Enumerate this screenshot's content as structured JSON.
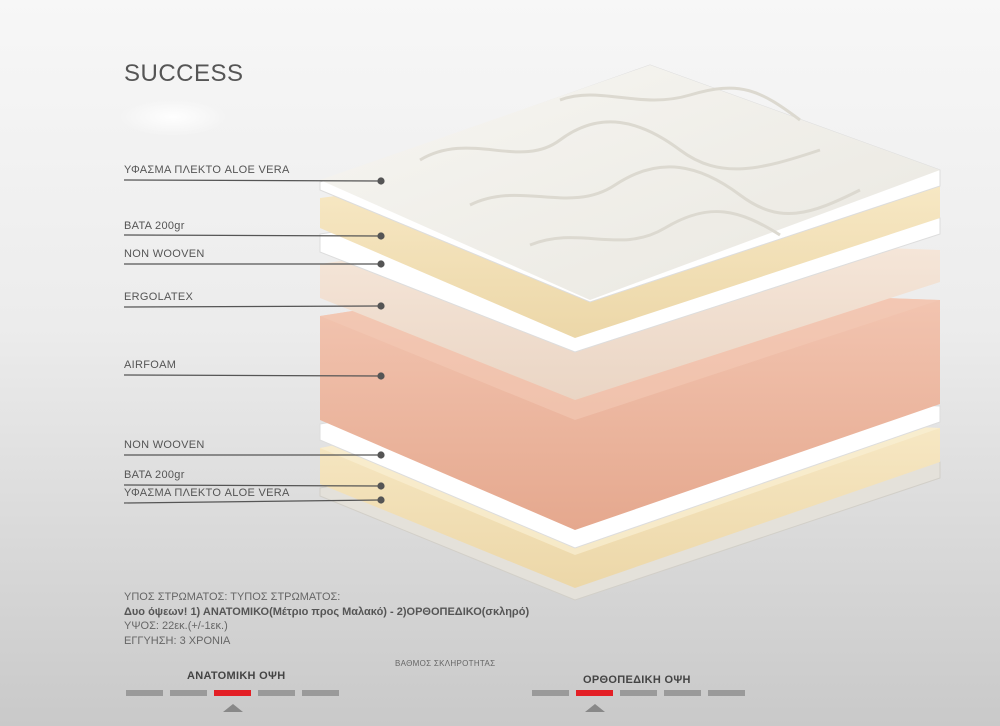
{
  "product": {
    "title": "SUCCESS"
  },
  "layers": [
    {
      "label": "ΥΦΑΣΜΑ ΠΛΕΚΤΟ ALOE VERA"
    },
    {
      "label": "ΒΑΤΑ 200gr"
    },
    {
      "label": "NON WOOVEN"
    },
    {
      "label": "ERGOLATEX"
    },
    {
      "label": "AIRFOAM"
    },
    {
      "label": "NON WOOVEN"
    },
    {
      "label": "ΒΑΤΑ 200gr"
    },
    {
      "label": "ΥΦΑΣΜΑ ΠΛΕΚΤΟ ALOE VERA"
    }
  ],
  "specs": {
    "type_line": "ΥΠΟΣ ΣΤΡΩΜΑΤΟΣ: ΤΥΠΟΣ ΣΤΡΩΜΑΤΟΣ:",
    "type_value": "Δυο όψεων! 1) ΑΝΑΤΟΜΙΚΟ(Μέτριο προς Μαλακό) - 2)ΟΡΘΟΠΕΔΙΚΟ(σκληρό)",
    "height": "ΥΨΟΣ: 22εκ.(+/-1εκ.)",
    "warranty": "ΕΓΓΥΗΣΗ: 3 ΧΡΟΝΙΑ"
  },
  "hardness": {
    "title": "ΒΑΘΜΟΣ ΣΚΛΗΡΟΤΗΤΑΣ",
    "anatomic": {
      "label": "ΑΝΑΤΟΜΙΚΗ ΟΨΗ",
      "level": 3,
      "of": 5
    },
    "orthopedic": {
      "label": "ΟΡΘΟΠΕΔΙΚΗ ΟΨΗ",
      "level": 2,
      "of": 5
    }
  },
  "colors": {
    "active": "#e31f25",
    "inactive": "#9a9a9a"
  }
}
